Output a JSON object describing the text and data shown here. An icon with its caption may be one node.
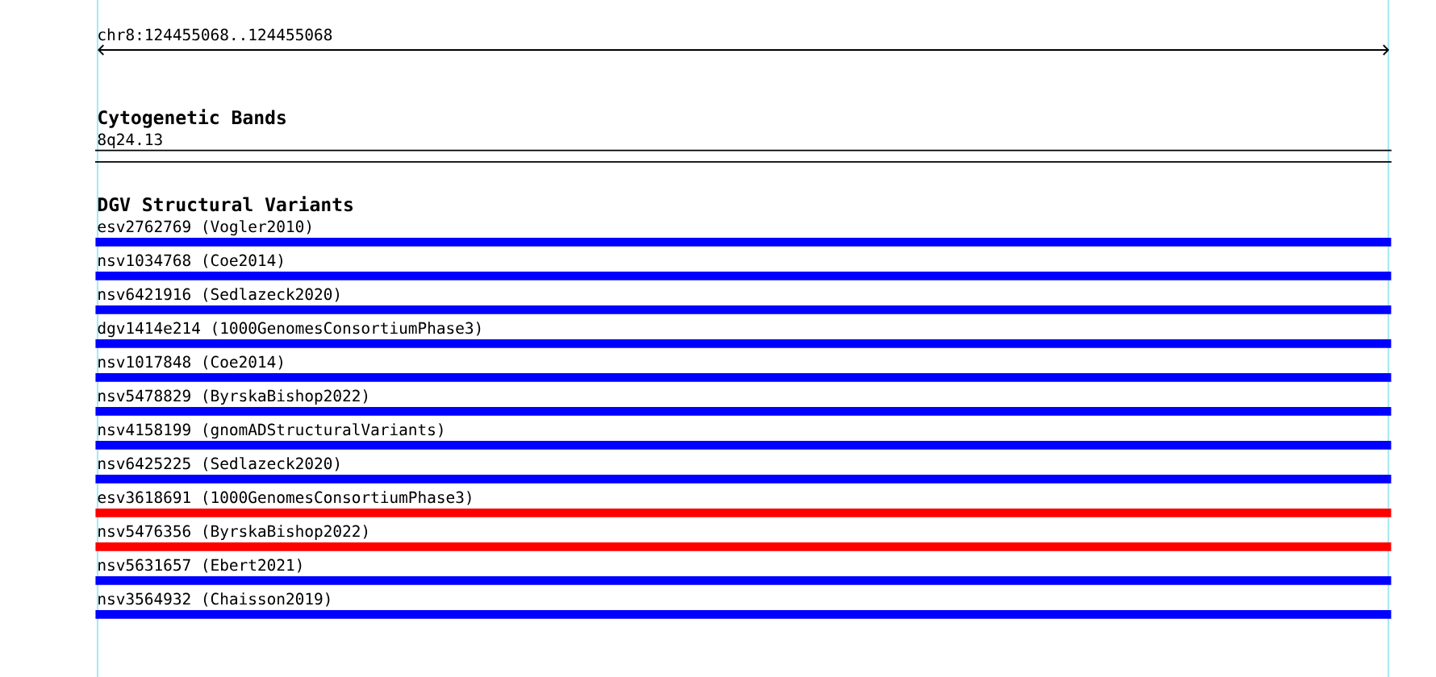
{
  "diagram": {
    "title": "chr8:124455068..124455068",
    "nodes": [
      {
        "text": [
          "8q24.13"
        ]
      },
      {
        "text": [
          "esv2762769 (Vogler2010)"
        ]
      },
      {
        "text": [
          "nsv1034768 (Coe2014)"
        ]
      },
      {
        "text": [
          "nsv6421916 (Sedlazeck2020)"
        ]
      },
      {
        "text": [
          "dgv1414e214 (1000GenomesConsortiumPhase3)"
        ]
      },
      {
        "text": [
          "nsv1017848 (Coe2014)"
        ]
      },
      {
        "text": [
          "nsv5478829 (ByrskaBishop2022)"
        ]
      },
      {
        "text": [
          "nsv4158199 (gnomADStructuralVariants)"
        ]
      },
      {
        "text": [
          "nsv6425225 (Sedlazeck2020)"
        ]
      },
      {
        "text": [
          "esv3618691 (1000GenomesConsortiumPhase3)"
        ]
      },
      {
        "text": [
          "nsv5476356 (ByrskaBishop2022)"
        ]
      },
      {
        "text": [
          "nsv5631657 (Ebert2021)"
        ]
      },
      {
        "text": [
          "nsv3564932 (Chaisson2019)"
        ]
      }
    ],
    "labels": [
      "Cytogenetic Bands",
      "DGV Structural Variants"
    ]
  }
}
